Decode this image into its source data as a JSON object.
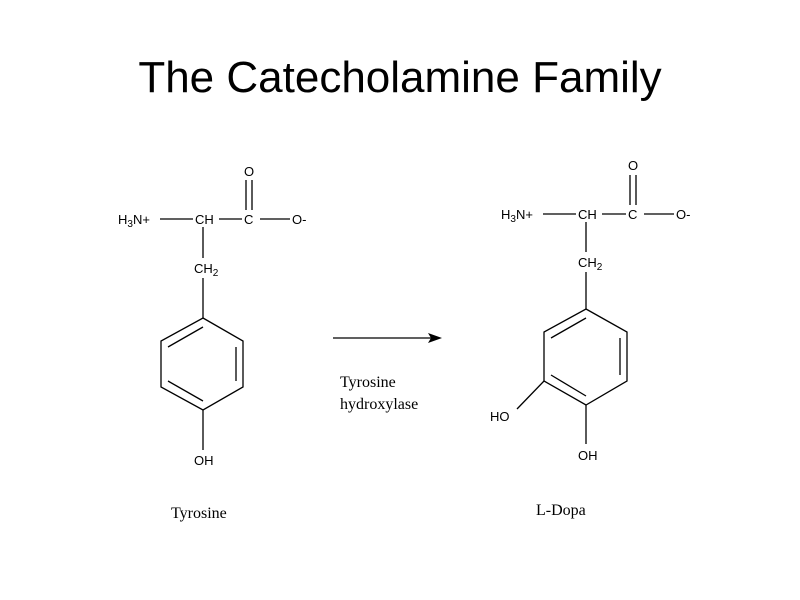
{
  "title": "The Catecholamine Family",
  "tyrosine": {
    "amine": "H",
    "amine_sub": "3",
    "amine_tail": "N+",
    "alpha_carbon": "CH",
    "carboxyl_carbon": "C",
    "carbonyl_oxygen": "O",
    "carboxylate_oxygen": "O-",
    "methylene": "CH",
    "methylene_sub": "2",
    "hydroxyl": "OH",
    "name": "Tyrosine"
  },
  "ldopa": {
    "amine": "H",
    "amine_sub": "3",
    "amine_tail": "N+",
    "alpha_carbon": "CH",
    "carboxyl_carbon": "C",
    "carbonyl_oxygen": "O",
    "carboxylate_oxygen": "O-",
    "methylene": "CH",
    "methylene_sub": "2",
    "hydroxyl_meta": "HO",
    "hydroxyl_para": "OH",
    "name": "L-Dopa"
  },
  "reaction": {
    "enzyme_line1": "Tyrosine",
    "enzyme_line2": "hydroxylase"
  }
}
